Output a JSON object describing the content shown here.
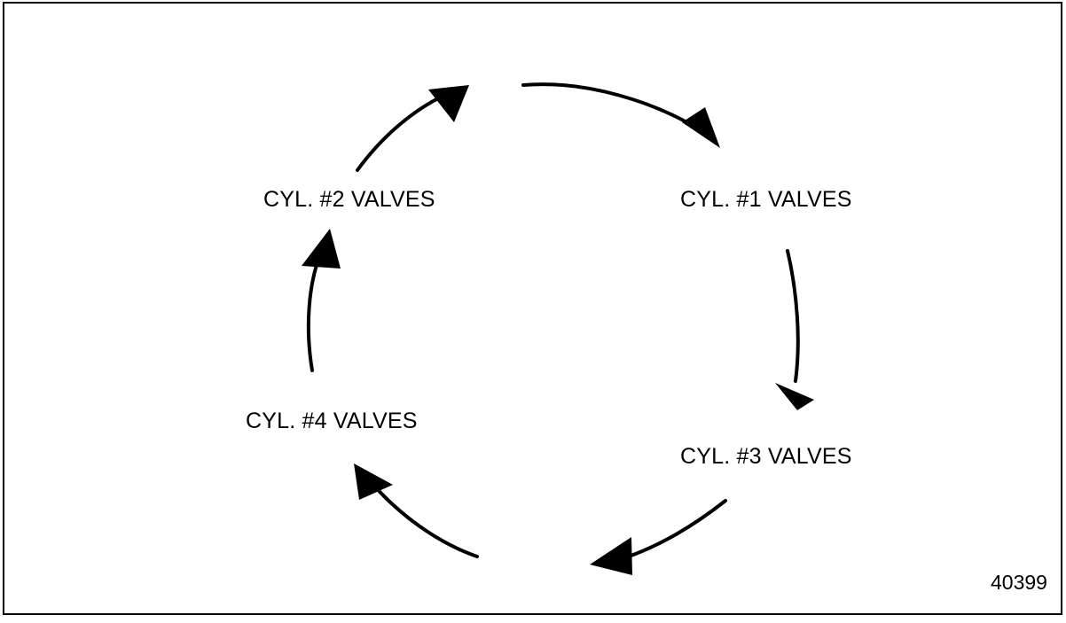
{
  "figure": {
    "number": "40399",
    "type": "cycle-diagram",
    "description": "Four-cylinder valve adjustment firing order cycle",
    "background_color": "#ffffff",
    "stroke_color": "#000000",
    "frame": {
      "border_color": "#000000",
      "border_width": 2
    }
  },
  "nodes": [
    {
      "id": "cyl1",
      "label": "CYL. #1 VALVES",
      "position": "top-right"
    },
    {
      "id": "cyl3",
      "label": "CYL. #3 VALVES",
      "position": "bottom-right"
    },
    {
      "id": "cyl4",
      "label": "CYL. #4 VALVES",
      "position": "bottom-left"
    },
    {
      "id": "cyl2",
      "label": "CYL. #2 VALVES",
      "position": "top-left"
    }
  ],
  "arrows": [
    {
      "id": "arrow-top-right",
      "from": "top-center",
      "to": "cyl1",
      "direction": "clockwise"
    },
    {
      "id": "arrow-right",
      "from": "cyl1",
      "to": "cyl3",
      "direction": "clockwise"
    },
    {
      "id": "arrow-bottom-right",
      "from": "cyl3",
      "to": "bottom-center",
      "direction": "clockwise"
    },
    {
      "id": "arrow-bottom-left",
      "from": "bottom-center",
      "to": "cyl4",
      "direction": "clockwise"
    },
    {
      "id": "arrow-left",
      "from": "cyl4",
      "to": "cyl2",
      "direction": "clockwise"
    },
    {
      "id": "arrow-top-left",
      "from": "cyl2",
      "to": "top-center",
      "direction": "clockwise"
    }
  ]
}
